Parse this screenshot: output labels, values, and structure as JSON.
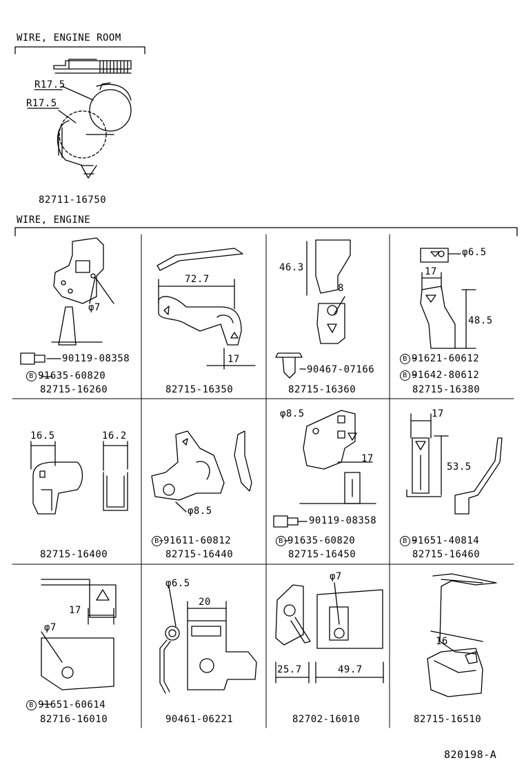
{
  "sections": {
    "engine_room_title": "WIRE, ENGINE ROOM",
    "engine_title": "WIRE, ENGINE"
  },
  "top": {
    "dims": [
      "R17.5",
      "R17.5"
    ],
    "part": "82711-16750"
  },
  "cells": {
    "c11": {
      "dims": [
        "φ7"
      ],
      "subs": [
        {
          "mark": "",
          "num": "90119-08358"
        },
        {
          "mark": "B",
          "num": "91635-60820"
        }
      ],
      "part": "82715-16260"
    },
    "c12": {
      "dims": [
        "72.7",
        "17"
      ],
      "part": "82715-16350"
    },
    "c13": {
      "dims": [
        "46.3",
        "8"
      ],
      "subs": [
        {
          "mark": "",
          "num": "90467-07166"
        }
      ],
      "part": "82715-16360"
    },
    "c14": {
      "dims": [
        "φ6.5",
        "17",
        "48.5"
      ],
      "subs": [
        {
          "mark": "B",
          "num": "91621-60612"
        },
        {
          "mark": "B",
          "num": "91642-80612"
        }
      ],
      "part": "82715-16380"
    },
    "c21": {
      "dims": [
        "16.5",
        "16.2"
      ],
      "part": "82715-16400"
    },
    "c22": {
      "dims": [
        "φ8.5"
      ],
      "subs": [
        {
          "mark": "B",
          "num": "91611-60812"
        }
      ],
      "part": "82715-16440"
    },
    "c23": {
      "dims": [
        "φ8.5",
        "17"
      ],
      "subs": [
        {
          "mark": "",
          "num": "90119-08358"
        },
        {
          "mark": "B",
          "num": "91635-60820"
        }
      ],
      "part": "82715-16450"
    },
    "c24": {
      "dims": [
        "17",
        "53.5"
      ],
      "subs": [
        {
          "mark": "B",
          "num": "91651-40814"
        }
      ],
      "part": "82715-16460"
    },
    "c31": {
      "dims": [
        "17",
        "φ7"
      ],
      "subs": [
        {
          "mark": "B",
          "num": "91651-60614"
        }
      ],
      "part": "82716-16010"
    },
    "c32": {
      "dims": [
        "φ6.5",
        "20"
      ],
      "part": "90461-06221"
    },
    "c33": {
      "dims": [
        "φ7",
        "25.7",
        "49.7"
      ],
      "part": "82702-16010"
    },
    "c34": {
      "dims": [
        "16"
      ],
      "part": "82715-16510"
    }
  },
  "figure_id": "820198-A"
}
